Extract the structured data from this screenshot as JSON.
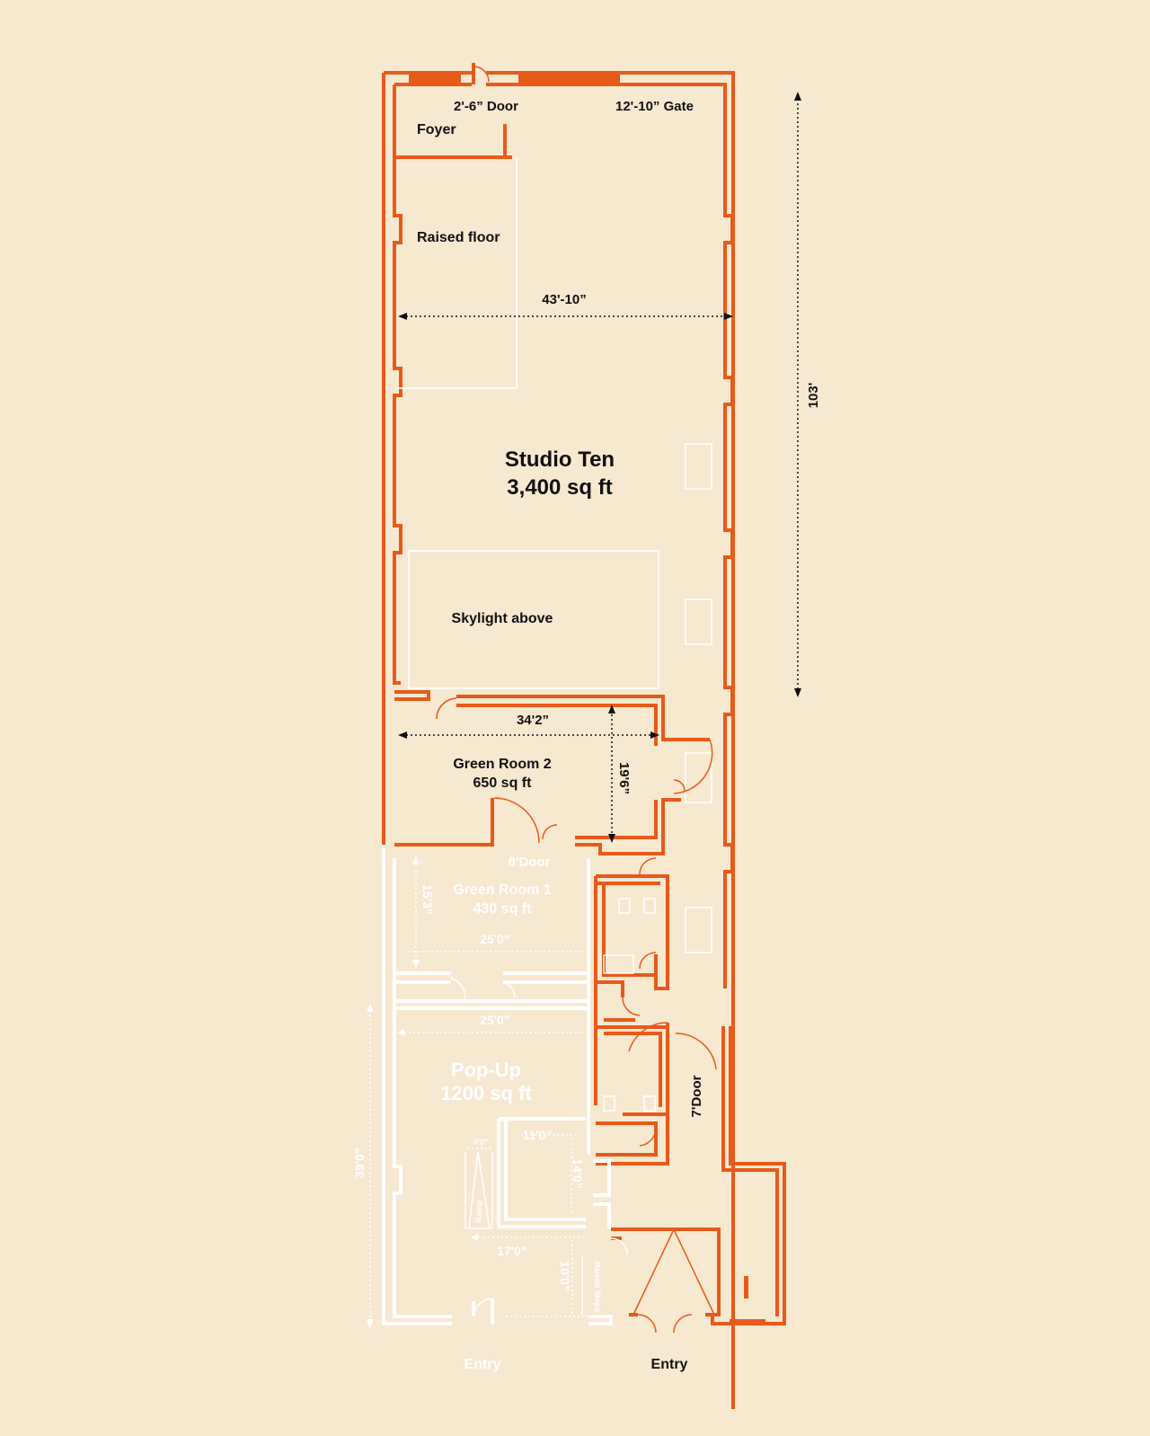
{
  "studio_ten": {
    "name": "Studio Ten",
    "area": "3,400 sq ft",
    "door": "2'-6” Door",
    "gate": "12'-10” Gate",
    "foyer": "Foyer",
    "raised_floor": "Raised floor",
    "width": "43'-10”",
    "length": "103'",
    "skylight": "Skylight above"
  },
  "green_room_2": {
    "name": "Green Room 2",
    "area": "650 sq ft",
    "width": "34'2”",
    "depth": "19'6”",
    "door": "8'Door"
  },
  "green_room_1": {
    "name": "Green Room 1",
    "area": "430 sq ft",
    "width": "25'0”",
    "depth": "15'3”"
  },
  "pop_up": {
    "name": "Pop-Up",
    "area": "1200 sq ft",
    "width": "25'0”",
    "length": "39'0”",
    "dim_11": "11'0”",
    "dim_14": "14'0”",
    "dim_4": "4'0”",
    "ramp": "Ramp",
    "dim_17": "17'0”",
    "dim_10": "10'0”",
    "raised_steps": "Raised Steps"
  },
  "corridor": {
    "door": "7'Door"
  },
  "entries": {
    "popup_entry": "Entry",
    "main_entry": "Entry"
  },
  "colors": {
    "background": "#f7e8d0",
    "studio_walls": "#e85a1a",
    "popup_walls": "#ffffff",
    "text": "#111111"
  }
}
